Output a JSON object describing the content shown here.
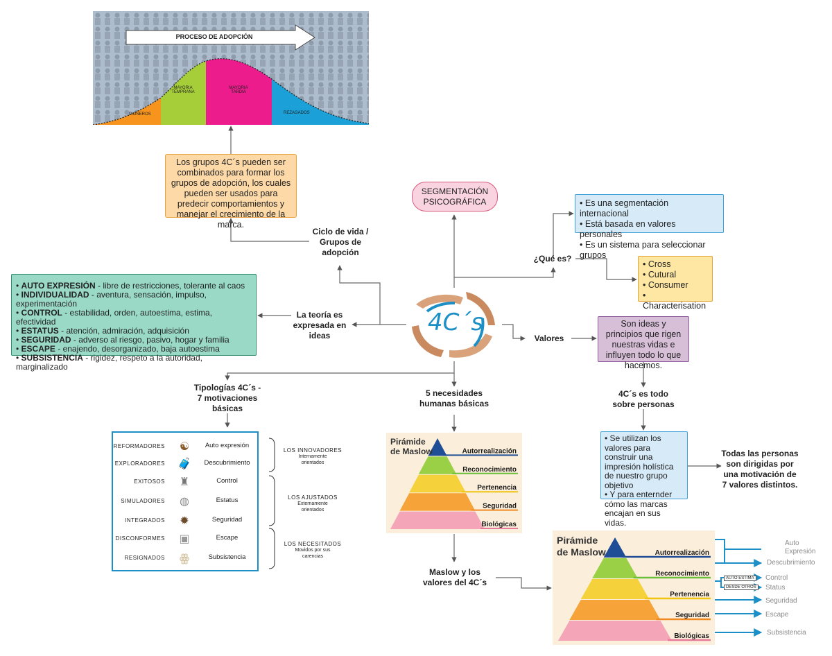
{
  "adoption": {
    "title": "PROCESO DE ADOPCIÓN",
    "segments": [
      "PIONEROS",
      "MAYORIA\nTEMPRANA",
      "MAYORIA\nTARDIA",
      "REZAGADOS"
    ]
  },
  "groups_box": "Los grupos 4C´s pueden ser combinados para formar los grupos de adopción, los cuales pueden ser usados para predecir comportamientos y manejar el crecimiento de la marca.",
  "ciclo_label": "Ciclo de vida / Grupos de adopción",
  "segmentacion": "SEGMENTACIÓN PSICOGRÁFICA",
  "que_es_label": "¿Qué es?",
  "que_es_items": [
    "Es una segmentación internacional",
    "Está basada en valores personales",
    "Es un sistema para seleccionar grupos"
  ],
  "cross_items": [
    "Cross",
    "Cutural",
    "Consumer",
    "Characterisation"
  ],
  "valores_label": "Valores",
  "valores_box": "Son ideas y principios que rigen nuestras vidas e influyen todo lo que hacemos.",
  "personas_label": "4C´s es todo sobre personas",
  "utilizan_items": [
    "Se utilizan los valores para construir una impresión holística de nuestro grupo objetivo",
    "Y para enternder cómo las marcas encajan en sus vidas."
  ],
  "todas_label": "Todas las personas son dirigidas por una motivación de 7 valores distintos.",
  "teoria_label": "La teoría es expresada en ideas",
  "motivations": [
    {
      "term": "AUTO EXPRESIÓN",
      "desc": " - libre de restricciones, tolerante al caos"
    },
    {
      "term": "INDIVIDUALIDAD",
      "desc": " - aventura, sensación, impulso, experimentación"
    },
    {
      "term": "CONTROL",
      "desc": " - estabilidad, orden, autoestima, estima, efectividad"
    },
    {
      "term": "ESTATUS",
      "desc": " - atención, admiración, adquisición"
    },
    {
      "term": "SEGURIDAD",
      "desc": " - adverso al riesgo, pasivo, hogar y familia"
    },
    {
      "term": "ESCAPE",
      "desc": " - enajendo, desorganizado, baja autoestima"
    },
    {
      "term": "SUBSISTENCIA",
      "desc": " - rigidez, respeto a la autoridad, marginalizado"
    }
  ],
  "center_logo": "4C´s",
  "tipologias_label": "Tipologías 4C´s - 7 motivaciones básicas",
  "necesidades_label": "5 necesidades humanas básicas",
  "maslow_label": "Maslow y los valores del 4C´s",
  "typology_rows": [
    {
      "type": "REFORMADORES",
      "value": "Auto expresión"
    },
    {
      "type": "EXPLORADORES",
      "value": "Descubrimiento"
    },
    {
      "type": "EXITOSOS",
      "value": "Control"
    },
    {
      "type": "SIMULADORES",
      "value": "Estatus"
    },
    {
      "type": "INTEGRADOS",
      "value": "Seguridad"
    },
    {
      "type": "DISCONFORMES",
      "value": "Escape"
    },
    {
      "type": "RESIGNADOS",
      "value": "Subsistencia"
    }
  ],
  "typology_groups": [
    {
      "title": "LOS INNOVADORES",
      "sub": "Internamente\norientados"
    },
    {
      "title": "LOS AJUSTADOS",
      "sub": "Externamente\norientados"
    },
    {
      "title": "LOS NECESITADOS",
      "sub": "Movidos por sus\ncarencias"
    }
  ],
  "pyramid": {
    "title": "Pirámide\nde Maslow",
    "levels": [
      "Autorrealización",
      "Reconocimiento",
      "Pertenencia",
      "Seguridad",
      "Biológicas"
    ]
  },
  "pyramid_map": {
    "tags": [
      "AUTO ESTIMA",
      "DESDE OTROS"
    ],
    "targets": [
      "Auto\nExpresión",
      "Descubrimiento",
      "Control",
      "Status",
      "Seguridad",
      "Escape",
      "Subsistencia"
    ]
  },
  "colors": {
    "accent_blue": "#1c8fc7",
    "orange_box": "#fdd9a8",
    "teal_box": "#99d9c6",
    "purple_box": "#d8bfd8",
    "pink_box": "#f9d3df"
  }
}
